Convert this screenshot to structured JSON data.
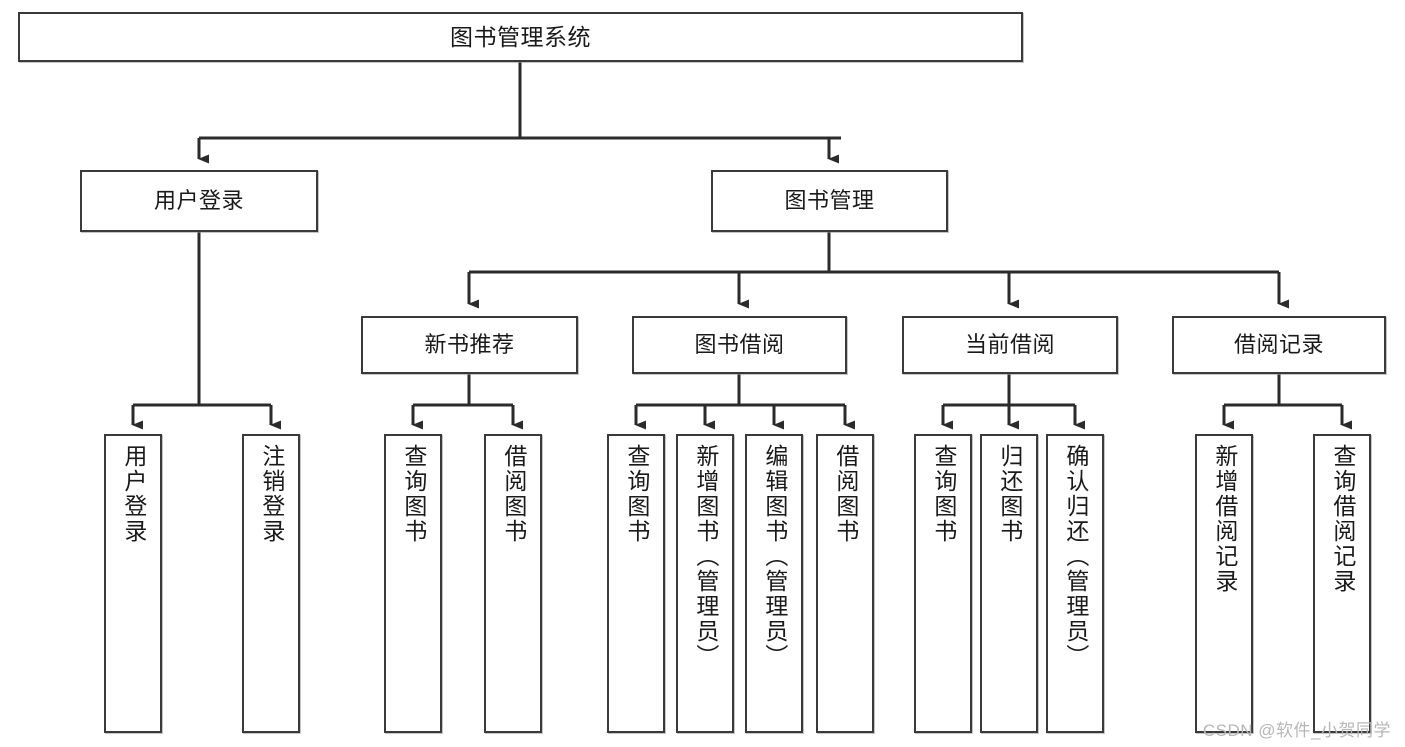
{
  "diagram": {
    "title": "图书管理系统",
    "type": "tree-flowchart",
    "colors": {
      "box_border": "#3a3a3a",
      "box_fill": "#ffffff",
      "edge": "#2b2b2b",
      "text": "#1a1a1a",
      "watermark": "#b7b7b7"
    },
    "root": {
      "label": "图书管理系统"
    },
    "level2": [
      {
        "label": "用户登录"
      },
      {
        "label": "图书管理"
      }
    ],
    "level3": [
      {
        "label": "新书推荐"
      },
      {
        "label": "图书借阅"
      },
      {
        "label": "当前借阅"
      },
      {
        "label": "借阅记录"
      }
    ],
    "leaves": {
      "user_login": [
        {
          "label": "用户登录"
        },
        {
          "label": "注销登录"
        }
      ],
      "new_book_recommend": [
        {
          "label": "查询图书"
        },
        {
          "label": "借阅图书"
        }
      ],
      "book_borrow": [
        {
          "label": "查询图书"
        },
        {
          "label": "新增图书（管理员）"
        },
        {
          "label": "编辑图书（管理员）"
        },
        {
          "label": "借阅图书"
        }
      ],
      "current_borrow": [
        {
          "label": "查询图书"
        },
        {
          "label": "归还图书"
        },
        {
          "label": "确认归还（管理员）"
        }
      ],
      "borrow_record": [
        {
          "label": "新增借阅记录"
        },
        {
          "label": "查询借阅记录"
        }
      ]
    }
  },
  "watermark": {
    "text": "CSDN @软件_小贺同学"
  }
}
